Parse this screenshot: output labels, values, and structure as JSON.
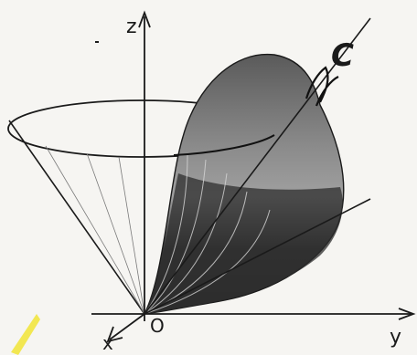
{
  "axes": {
    "z_label": "z",
    "y_label": "y",
    "x_label": "x",
    "origin_label": "O"
  },
  "curve_label": "C",
  "colors": {
    "ink": "#1a1a1a",
    "shade_dark": "#2b2b2b",
    "shade_light": "#9a9a9a",
    "highlight": "#f2e640"
  }
}
